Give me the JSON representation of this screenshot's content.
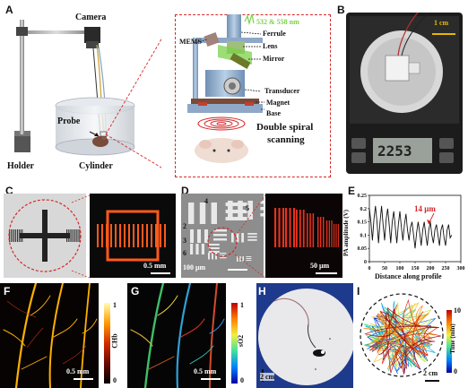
{
  "panels": {
    "a": {
      "label": "A",
      "camera": "Camera",
      "probe": "Probe",
      "holder": "Holder",
      "cylinder": "Cylinder",
      "wavelength": "532 & 558 nm",
      "mems": "MEMS",
      "ferrule": "Ferrule",
      "lens": "Lens",
      "mirror": "Mirror",
      "transducer": "Transducer",
      "magnet": "Magnet",
      "base": "Base",
      "scanning_l1": "Double spiral",
      "scanning_l2": "scanning"
    },
    "b": {
      "label": "B",
      "scale": "1 cm",
      "display": "2253"
    },
    "c": {
      "label": "C",
      "scale": "0.5 mm"
    },
    "d": {
      "label": "D",
      "scale1": "100 μm",
      "scale2": "50 μm",
      "t4": "4",
      "t5": "5",
      "t2": "2",
      "t3": "3",
      "t6": "6"
    },
    "e": {
      "label": "E",
      "annotation": "14 μm",
      "xlabel": "Distance along profile",
      "ylabel": "PA amplitude (V)"
    },
    "f": {
      "label": "F",
      "scale": "0.5 mm",
      "cbar_top": "1",
      "cbar_bottom": "0",
      "cbar_title": "CHb"
    },
    "g": {
      "label": "G",
      "scale": "0.5 mm",
      "cbar_top": "1",
      "cbar_bottom": "0",
      "cbar_title": "sO2"
    },
    "h": {
      "label": "H",
      "scale": "2 cm"
    },
    "i": {
      "label": "I",
      "scale": "2 cm",
      "cbar_top": "10",
      "cbar_bottom": "0",
      "cbar_title": "Time (min)"
    }
  },
  "colors": {
    "accent_red": "#d62728",
    "panel_dark": "#0a0a0a",
    "laser_green": "#7bd14a"
  },
  "chart_data": {
    "type": "line",
    "x": [
      0,
      5,
      10,
      15,
      20,
      25,
      30,
      35,
      40,
      45,
      50,
      55,
      60,
      65,
      70,
      75,
      80,
      85,
      90,
      95,
      100,
      105,
      110,
      115,
      120,
      125,
      130,
      135,
      140,
      145,
      150,
      155,
      160,
      165,
      170,
      175,
      180,
      185,
      190,
      195,
      200,
      205,
      210,
      215,
      220,
      225,
      230,
      235,
      240,
      245,
      250,
      255,
      260,
      265,
      270
    ],
    "series": [
      {
        "values": [
          0.2,
          0.15,
          0.08,
          0.16,
          0.21,
          0.15,
          0.07,
          0.15,
          0.21,
          0.14,
          0.08,
          0.16,
          0.2,
          0.14,
          0.07,
          0.15,
          0.19,
          0.13,
          0.07,
          0.14,
          0.19,
          0.13,
          0.08,
          0.14,
          0.18,
          0.12,
          0.08,
          0.13,
          0.15,
          0.1,
          0.05,
          0.11,
          0.15,
          0.11,
          0.06,
          0.12,
          0.15,
          0.1,
          0.06,
          0.12,
          0.15,
          0.1,
          0.07,
          0.12,
          0.14,
          0.1,
          0.06,
          0.12,
          0.14,
          0.09,
          0.06,
          0.12,
          0.14,
          0.09,
          0.1
        ]
      }
    ],
    "xlabel": "Distance along profile",
    "ylabel": "PA amplitude (V)",
    "xlim": [
      0,
      300
    ],
    "ylim": [
      0,
      0.25
    ],
    "xticks": [
      0,
      50,
      100,
      150,
      200,
      250,
      300
    ],
    "yticks": [
      0,
      0.05,
      0.1,
      0.15,
      0.2,
      0.25
    ],
    "xtick_labels": [
      "0",
      "50",
      "100",
      "150",
      "200",
      "250",
      "300"
    ],
    "ytick_labels": [
      "0",
      "0.05",
      "0.1",
      "0.15",
      "0.2",
      "0.25"
    ]
  }
}
